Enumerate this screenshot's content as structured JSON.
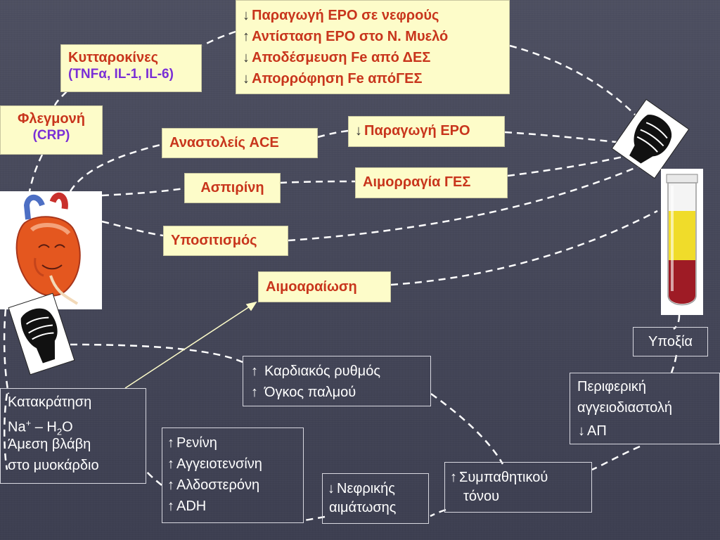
{
  "ero_box": {
    "lines": [
      {
        "arrow": "↓",
        "text": "Παραγωγή EPO σε νεφρούς"
      },
      {
        "arrow": "↑",
        "text": "Αντίσταση EPO στο Ν. Μυελό"
      },
      {
        "arrow": "↓",
        "text": "Αποδέσμευση Fe από ΔΕΣ"
      },
      {
        "arrow": "↓",
        "text": "Απορρόφηση Fe απόΓΕΣ"
      }
    ]
  },
  "cytokines": {
    "title": "Κυτταροκίνες",
    "detail": "(TNFα, IL-1, IL-6)"
  },
  "inflammation": {
    "title": "Φλεγμονή",
    "detail": "(CRP)"
  },
  "ace": {
    "label": "Αναστολείς ACE"
  },
  "epo_prod": {
    "arrow": "↓",
    "label": "Παραγωγή EPO"
  },
  "aspirin": {
    "label": "Ασπιρίνη"
  },
  "gi_bleed": {
    "label": "Αιμορραγία ΓΕΣ"
  },
  "malnutrition": {
    "label": "Υποσιτισμός"
  },
  "hemodilution": {
    "label": "Αιμοαραίωση"
  },
  "hypoxia": {
    "label": "Υποξία"
  },
  "cardiac": {
    "lines": [
      {
        "arrow": "↑",
        "text": "Καρδιακός ρυθμός"
      },
      {
        "arrow": "↑",
        "text": "Όγκος παλμού"
      }
    ]
  },
  "vasodilation": {
    "line1": "Περιφερική",
    "line2": "αγγειοδιαστολή",
    "arrow": "↓",
    "line3": "ΑΠ"
  },
  "retention": {
    "line1": "Κατακράτηση",
    "na": "Na",
    "na_sup": "+",
    "dash": " – H",
    "h_sub": "2",
    "o": "O",
    "line3": "Άμεση βλάβη",
    "line4": "στο μυοκάρδιο"
  },
  "renin": {
    "lines": [
      {
        "arrow": "↑",
        "text": "Ρενίνη"
      },
      {
        "arrow": "↑",
        "text": "Αγγειοτενσίνη"
      },
      {
        "arrow": "↑",
        "text": "Αλδοστερόνη"
      },
      {
        "arrow": "↑",
        "text": "ADH"
      }
    ]
  },
  "renal": {
    "arrow": "↓",
    "line1": "Νεφρικής",
    "line2": "αιμάτωσης"
  },
  "sympathetic": {
    "arrow": "↑",
    "line1": "Συμπαθητικού",
    "line2": "τόνου"
  },
  "colors": {
    "background": "#45475a",
    "label_box": "#fdfcc9",
    "label_text": "#c8351c",
    "purple_text": "#7a2fd6",
    "connector": "#ffffff",
    "arrow_line": "#fdfcc9"
  },
  "icons": [
    "heart-image",
    "test-tube-image",
    "clenched-fist-icon"
  ]
}
